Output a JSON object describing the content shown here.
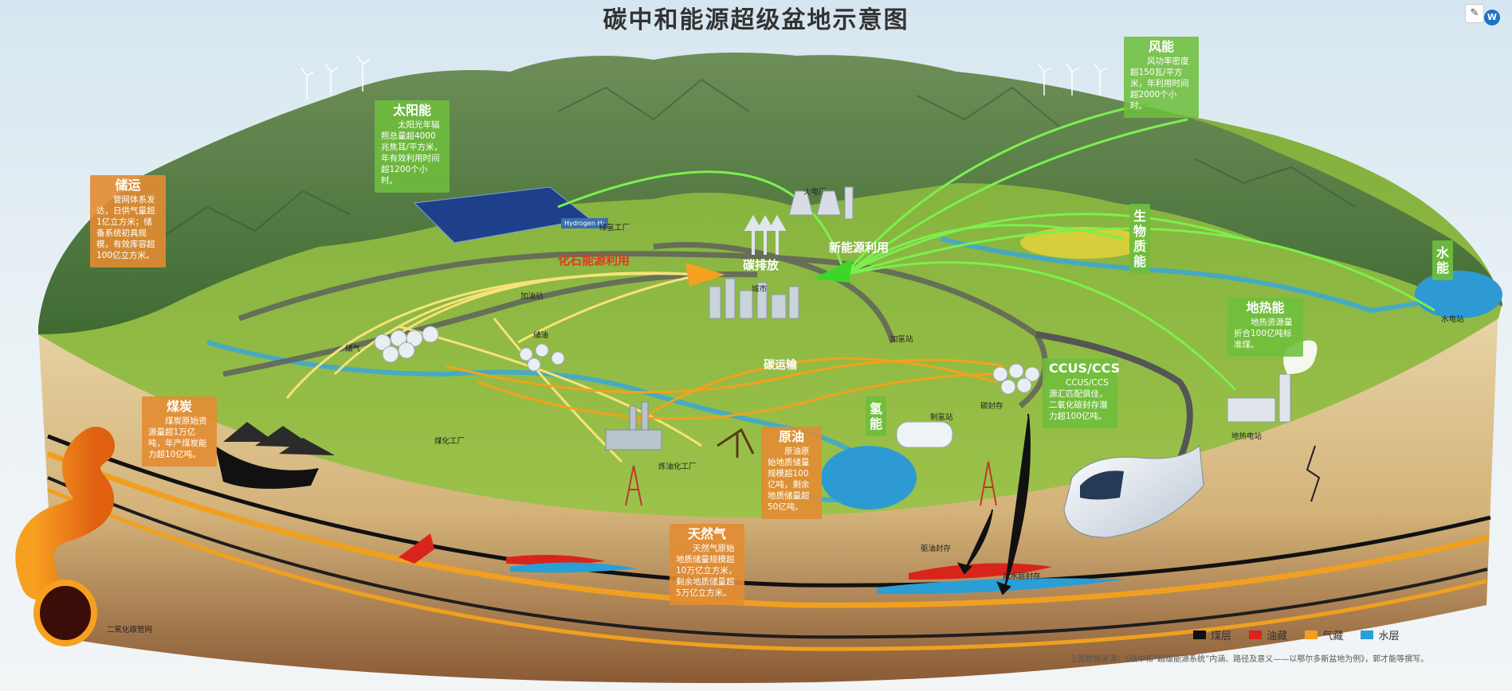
{
  "title": "碳中和能源超级盆地示意图",
  "colors": {
    "coal": "#111111",
    "oil": "#d9241b",
    "gas": "#f0a020",
    "water": "#2a9fd6",
    "card_green": "#6ebe3c",
    "card_orange": "#e28c32"
  },
  "cards": {
    "solar": {
      "title": "太阳能",
      "body": "太阳光年辐照总量超4000兆焦耳/平方米，年有效利用时间超1200个小时。"
    },
    "wind": {
      "title": "风能",
      "body": "风功率密度超150瓦/平方米，年利用时间超2000个小时。"
    },
    "storage": {
      "title": "储运",
      "body": "管网体系发达，日供气量超1亿立方米；储备系统初具规模，有效库容超100亿立方米。"
    },
    "coal": {
      "title": "煤炭",
      "body": "煤炭原始资源量超1万亿吨，年产煤炭能力超10亿吨。"
    },
    "crude": {
      "title": "原油",
      "body": "原油原始地质储量规模超100亿吨，剩余地质储量超50亿吨。"
    },
    "natgas": {
      "title": "天然气",
      "body": "天然气原始地质储量规模超10万亿立方米，剩余地质储量超5万亿立方米。"
    },
    "ccus": {
      "title": "CCUS/CCS",
      "body": "CCUS/CCS源汇匹配俱佳，二氧化碳封存潜力超100亿吨。"
    },
    "geothermal": {
      "title": "地热能",
      "body": "地热资源量折合100亿吨标准煤。"
    }
  },
  "vertical_cards": {
    "biomass": "生物质能",
    "hydro": "水能",
    "hydrogen": "氢能"
  },
  "flow_labels": {
    "fossil_use": "化石能源利用",
    "new_energy_use": "新能源利用",
    "carbon_emission": "碳排放",
    "carbon_transport": "碳运输"
  },
  "place_labels": {
    "green_hydrogen_plant": "绿氢工厂",
    "thermal_plant": "火电厂",
    "city": "城市",
    "gas_station": "加油站",
    "hydrogen_station": "加氢站",
    "gas_storage": "储气",
    "oil_storage": "储油",
    "coal_chemical": "煤化工厂",
    "refinery": "炼油化工厂",
    "hydrogen_production": "制氢站",
    "carbon_storage": "碳封存",
    "geothermal_plant": "地热电站",
    "hydro_station": "水电站",
    "eor_storage": "驱油封存",
    "saline_storage": "咸水层封存",
    "co2_pipeline": "二氧化碳管网",
    "hydrogen_sign": "Hydrogen H₂"
  },
  "legend": [
    {
      "label": "煤层",
      "color_key": "coal"
    },
    {
      "label": "油藏",
      "color_key": "oil"
    },
    {
      "label": "气藏",
      "color_key": "gas"
    },
    {
      "label": "水层",
      "color_key": "water"
    }
  ],
  "source": "上图数据来源：《碳中和“超级能源系统”内涵、路径及意义——以鄂尔多斯盆地为例》，郭才能等撰写。",
  "toolbar": {
    "edit_icon": "✎",
    "app_icon": "W"
  }
}
